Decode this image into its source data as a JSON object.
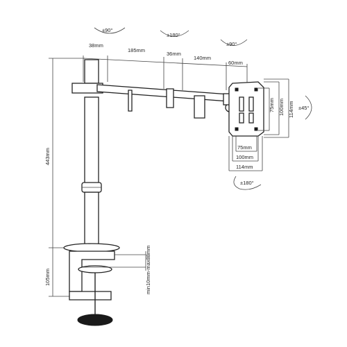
{
  "dimensions": {
    "arm_38": "38mm",
    "arm_185": "185mm",
    "arm_36": "36mm",
    "arm_140": "140mm",
    "arm_60": "60mm",
    "height_443": "443mm",
    "clamp_105": "105mm",
    "desk_range": "min10mm-max88mm",
    "vesa_75_h": "75mm",
    "vesa_100_h": "100mm",
    "vesa_114_h": "114mm",
    "vesa_75_w": "75mm",
    "vesa_100_w": "100mm",
    "vesa_114_w": "114mm"
  },
  "rotations": {
    "joint_1": "±90°",
    "joint_2": "±180°",
    "joint_3": "±90°",
    "tilt": "±45°",
    "swivel": "±180°"
  }
}
